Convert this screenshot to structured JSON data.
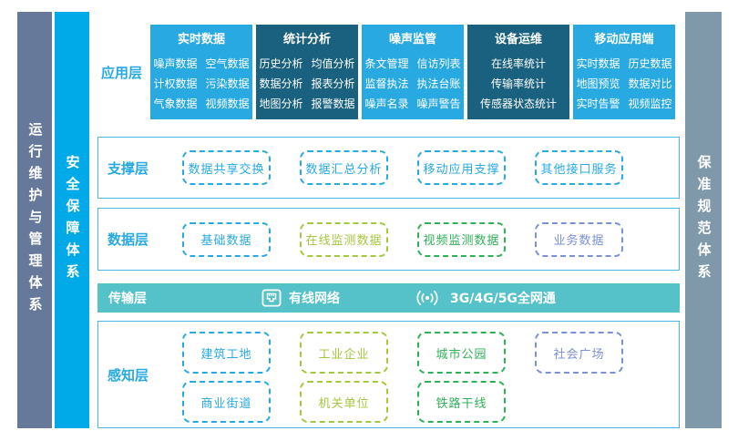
{
  "palette": {
    "accent_blue": "#29a9e1",
    "dark_teal": "#19617e",
    "sidebar_slate": "#66799b",
    "sidebar_bright_blue": "#00a9e8",
    "sidebar_slate_light": "#7f99aa",
    "transport_teal": "#55c1c9",
    "lime_green": "#a4c83e",
    "green": "#2fb158",
    "indigo": "#7b90d6"
  },
  "sidebars": {
    "left_outer": "运行维护与管理体系",
    "left_inner": "安全保障体系",
    "right": "保准规范体系"
  },
  "application": {
    "label": "应用层",
    "columns": [
      {
        "title": "实时数据",
        "rows": [
          [
            "噪声数据",
            "空气数据"
          ],
          [
            "计权数据",
            "污染数据"
          ],
          [
            "气象数据",
            "视频数据"
          ]
        ]
      },
      {
        "title": "统计分析",
        "rows": [
          [
            "历史分析",
            "均值分析"
          ],
          [
            "数据分析",
            "报表分析"
          ],
          [
            "地图分析",
            "报警数据"
          ]
        ]
      },
      {
        "title": "噪声监管",
        "rows": [
          [
            "条文管理",
            "信访列表"
          ],
          [
            "监督执法",
            "执法台账"
          ],
          [
            "噪声名录",
            "噪声警告"
          ]
        ]
      },
      {
        "title": "设备运维",
        "rows": [
          [
            "在线率统计"
          ],
          [
            "传输率统计"
          ],
          [
            "传感器状态统计"
          ]
        ]
      },
      {
        "title": "移动应用端",
        "rows": [
          [
            "实时数据",
            "历史数据"
          ],
          [
            "地图预览",
            "数据对比"
          ],
          [
            "实时告警",
            "视频监控"
          ]
        ]
      }
    ]
  },
  "support": {
    "label": "支撑层",
    "items": [
      "数据共享交换",
      "数据汇总分析",
      "移动应用支撑",
      "其他接口服务"
    ]
  },
  "data_layer": {
    "label": "数据层",
    "items": [
      "基础数据",
      "在线监测数据",
      "视频监测数据",
      "业务数据"
    ]
  },
  "transmission": {
    "label": "传输层",
    "wired": "有线网络",
    "wireless": "3G/4G/5G全网通"
  },
  "perception": {
    "label": "感知层",
    "row1": [
      "建筑工地",
      "工业企业",
      "城市公园",
      "社会广场"
    ],
    "row2": [
      "商业街道",
      "机关单位",
      "铁路干线"
    ]
  }
}
